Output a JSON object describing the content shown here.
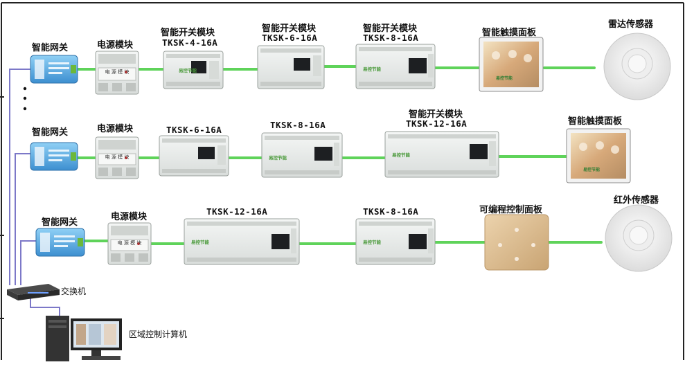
{
  "labels": {
    "gateway": "智能网关",
    "power": "电源模块",
    "switch_module": "智能开关模块",
    "touch_panel": "智能触摸面板",
    "radar_sensor": "雷达传感器",
    "ir_sensor": "红外传感器",
    "prog_panel": "可编程控制面板",
    "network_switch": "交换机",
    "area_pc": "区域控制计算机",
    "tksk_4": "TKSK-4-16A",
    "tksk_6": "TKSK-6-16A",
    "tksk_8": "TKSK-8-16A",
    "tksk_12": "TKSK-12-16A",
    "power_inner": "电 源 模 块",
    "brand": "易控节能"
  },
  "colors": {
    "link_green": "#5fd35a",
    "bus_purple": "#7c78c8",
    "gateway_blue": "#5aa9e0",
    "module_body": "#e9ecea",
    "gold_panel": "#d9b98a"
  },
  "ellipsis": "⋮"
}
